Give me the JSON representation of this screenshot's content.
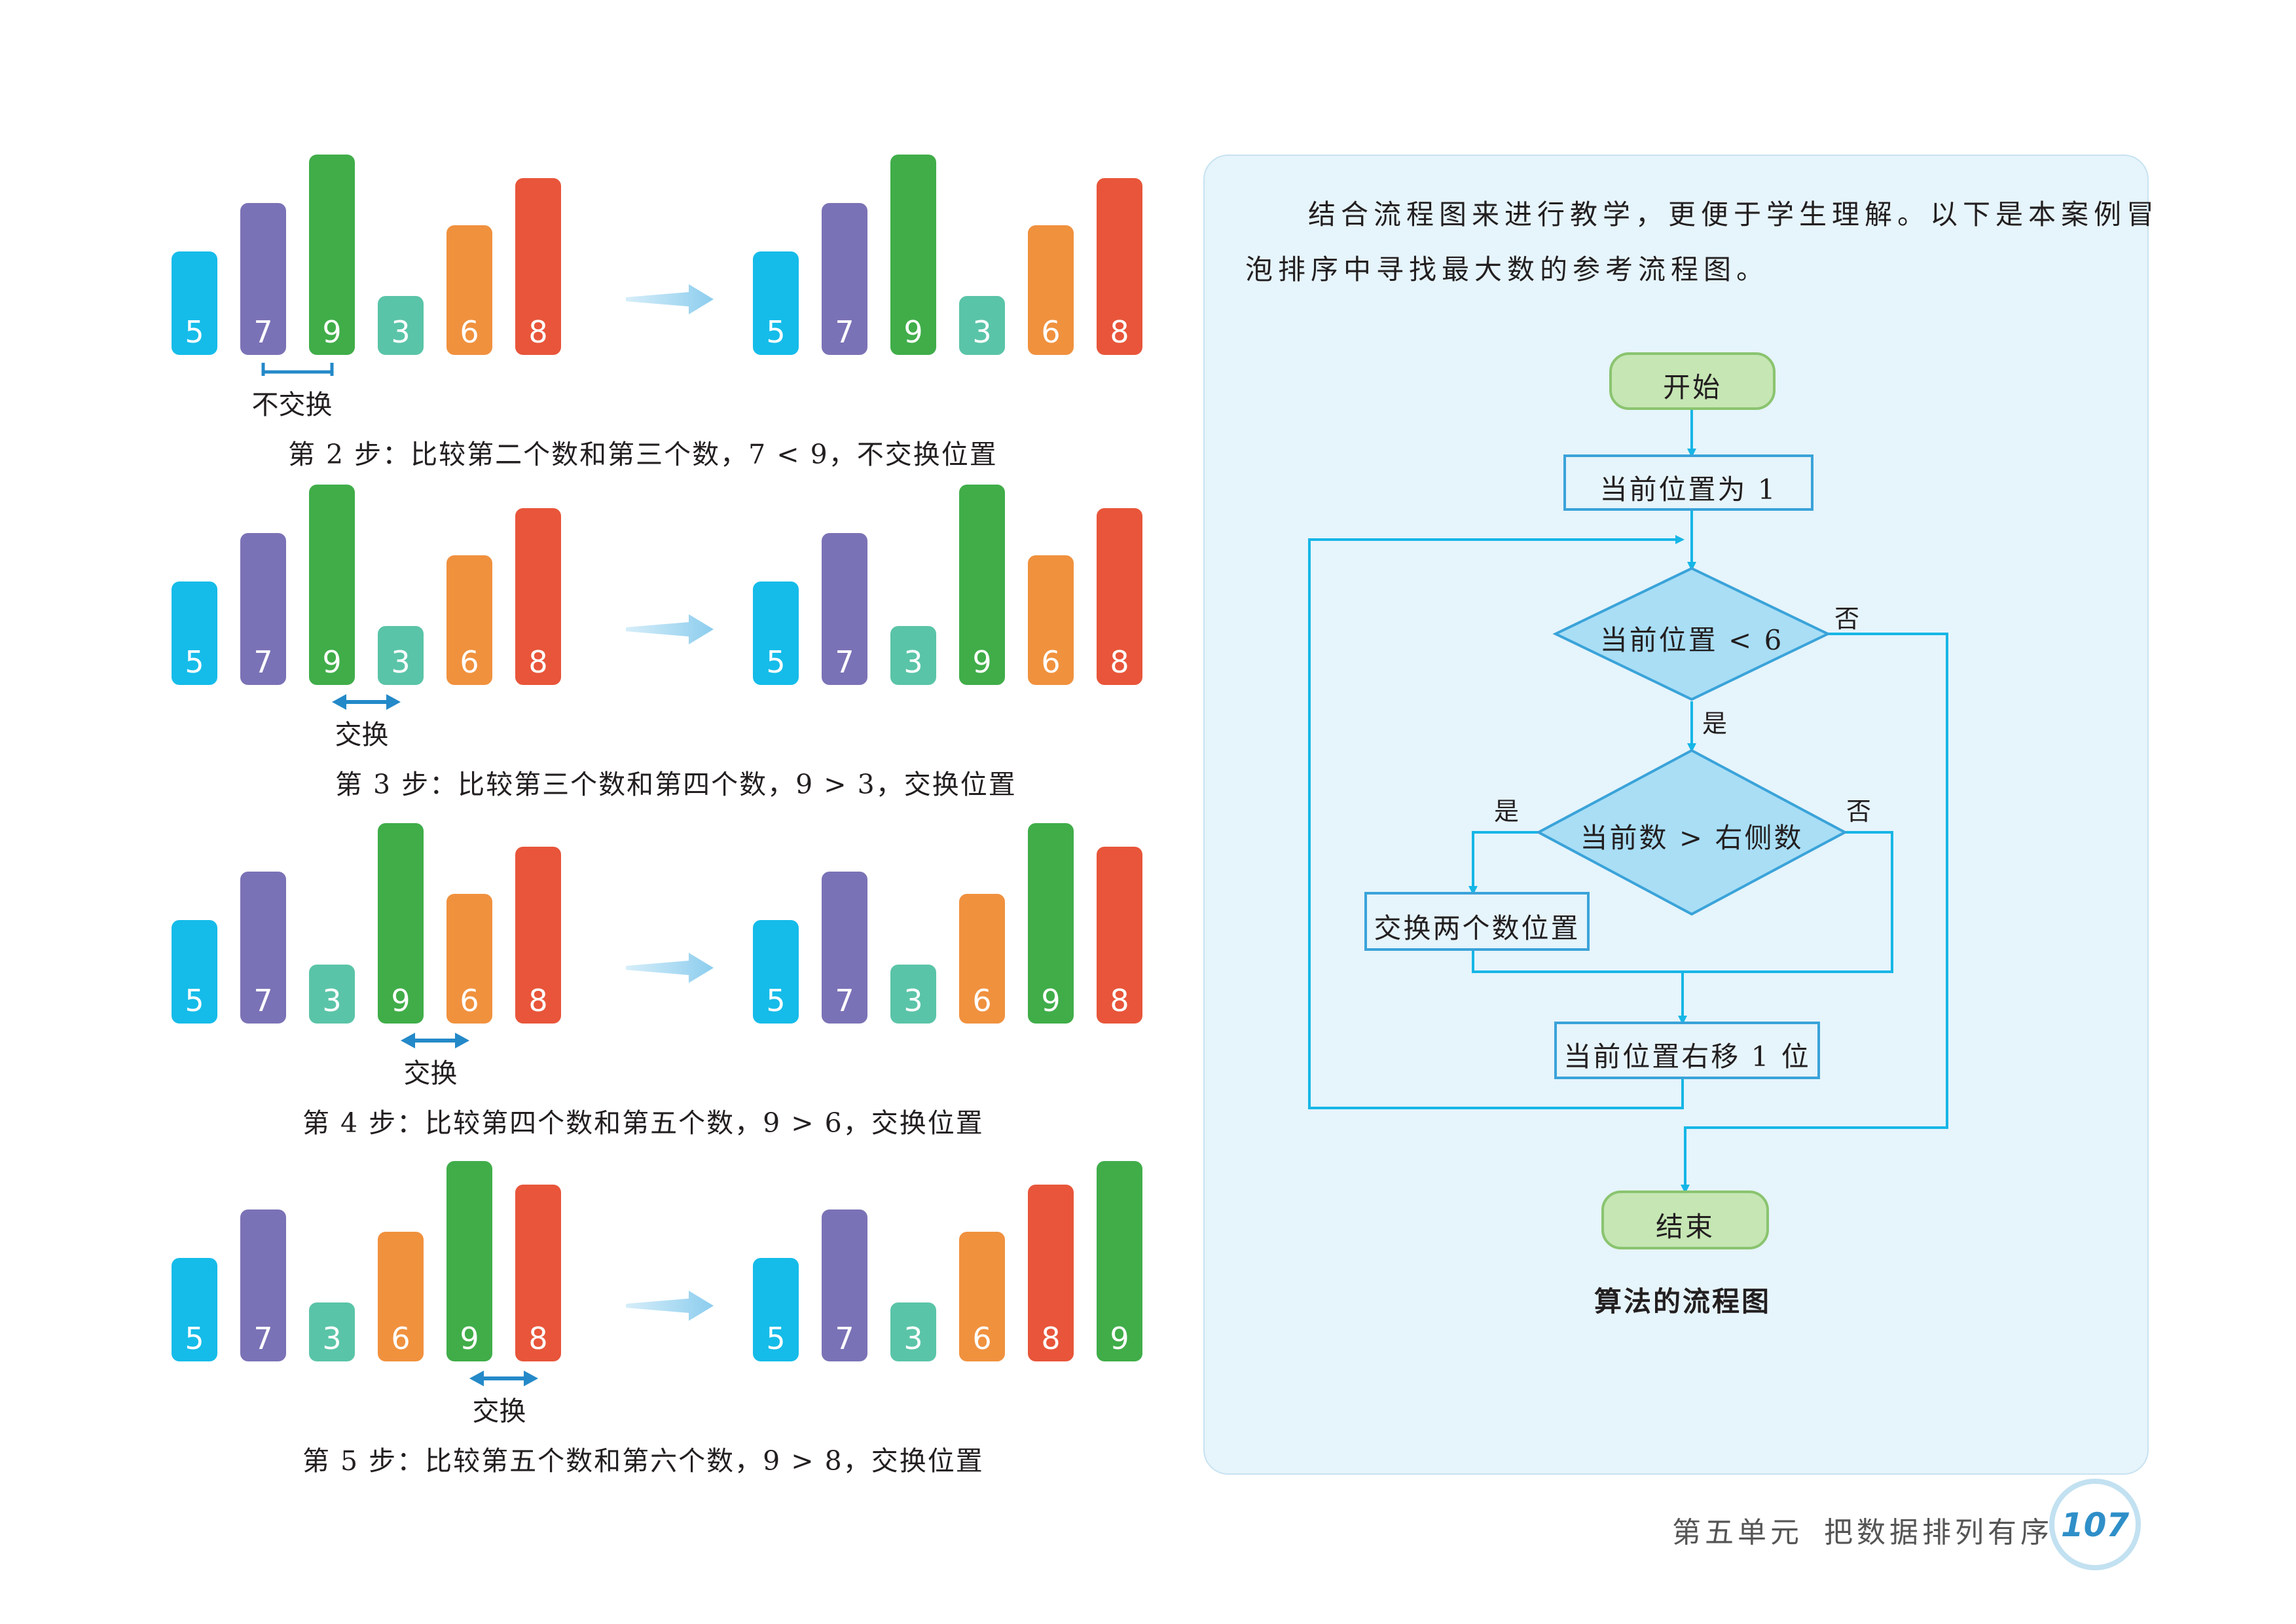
{
  "colors": {
    "bar_5": "#15bce9",
    "bar_7": "#7a72b6",
    "bar_9": "#40ad49",
    "bar_3": "#5ac4a8",
    "bar_6": "#f0913e",
    "bar_8": "#e8553a",
    "arrow": "#2489c8",
    "flowline": "#16b6e6"
  },
  "steps": [
    {
      "before": [
        "5",
        "7",
        "9",
        "3",
        "6",
        "8"
      ],
      "after": [
        "5",
        "7",
        "9",
        "3",
        "6",
        "8"
      ],
      "marker_label": "不交换",
      "caption": "第 2 步：比较第二个数和第三个数，7 < 9，不交换位置"
    },
    {
      "before": [
        "5",
        "7",
        "9",
        "3",
        "6",
        "8"
      ],
      "after": [
        "5",
        "7",
        "3",
        "9",
        "6",
        "8"
      ],
      "marker_label": "交换",
      "caption": "第 3 步：比较第三个数和第四个数，9 > 3，交换位置"
    },
    {
      "before": [
        "5",
        "7",
        "3",
        "9",
        "6",
        "8"
      ],
      "after": [
        "5",
        "7",
        "3",
        "6",
        "9",
        "8"
      ],
      "marker_label": "交换",
      "caption": "第 4 步：比较第四个数和第五个数，9 > 6，交换位置"
    },
    {
      "before": [
        "5",
        "7",
        "3",
        "6",
        "9",
        "8"
      ],
      "after": [
        "5",
        "7",
        "3",
        "6",
        "8",
        "9"
      ],
      "marker_label": "交换",
      "caption": "第 5 步：比较第五个数和第六个数，9 > 8，交换位置"
    }
  ],
  "panel": {
    "intro_line1": "结合流程图来进行教学，更便于学生理解。以下是本案例冒",
    "intro_line2": "泡排序中寻找最大数的参考流程图。",
    "flowchart": {
      "start": "开始",
      "init": "当前位置为 1",
      "cond1": "当前位置 < 6",
      "cond2": "当前数 > 右侧数",
      "swap": "交换两个数位置",
      "move": "当前位置右移 1 位",
      "end": "结束",
      "yes": "是",
      "no": "否"
    },
    "caption": "算法的流程图"
  },
  "footer": {
    "unit": "第五单元",
    "title": "把数据排列有序",
    "page": "107"
  }
}
